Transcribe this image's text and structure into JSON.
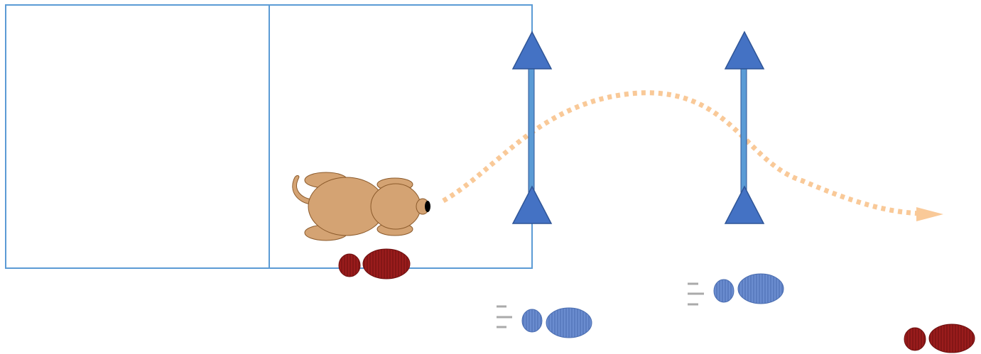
{
  "colors": {
    "box_stroke": "#5b9bd5",
    "pole": "#5b9bd5",
    "pole_stroke": "#2f5597",
    "arrow_head": "#4472c4",
    "path": "#f9c998",
    "dog_body": "#d4a373",
    "dog_stroke": "#8b5a2b",
    "dog_nose": "#000000",
    "footprint_red": "#9a1c1c",
    "footprint_blue": "#6a8ccf",
    "motion_lines": "#aaaaaa"
  },
  "scene": {
    "boxes": [
      "left-box",
      "right-box"
    ],
    "poles": [
      "pole-1",
      "pole-2"
    ],
    "footprints": [
      {
        "name": "footprint-red-1",
        "color": "red"
      },
      {
        "name": "footprint-blue-1",
        "color": "blue"
      },
      {
        "name": "footprint-blue-2",
        "color": "blue"
      },
      {
        "name": "footprint-red-2",
        "color": "red"
      }
    ],
    "dog": "dog-top-view",
    "path_style": "dotted"
  }
}
